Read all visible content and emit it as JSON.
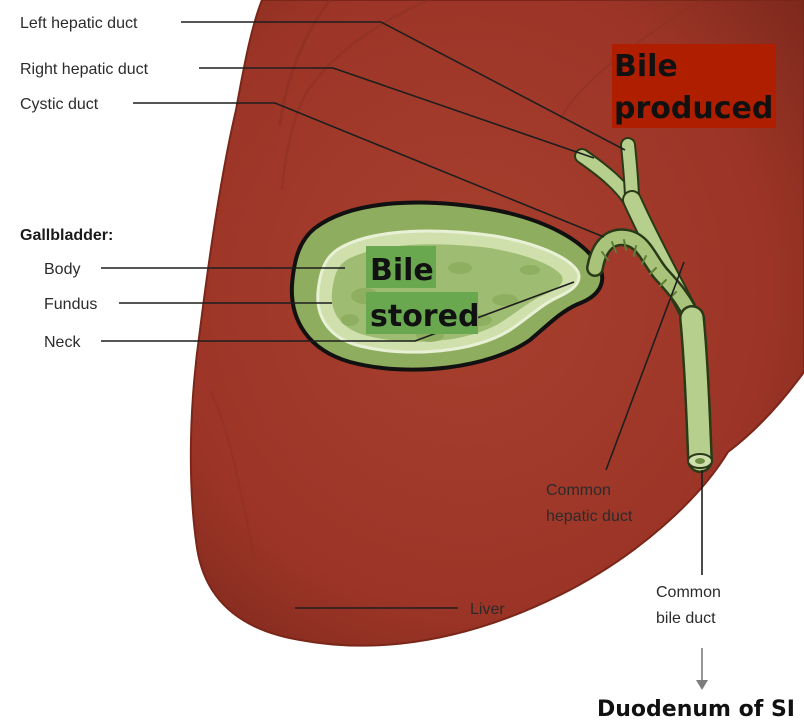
{
  "labels": {
    "left_hepatic_duct": "Left hepatic duct",
    "right_hepatic_duct": "Right hepatic duct",
    "cystic_duct": "Cystic duct",
    "gallbladder": "Gallbladder:",
    "body": "Body",
    "fundus": "Fundus",
    "neck": "Neck",
    "common_hepatic_duct_line1": "Common",
    "common_hepatic_duct_line2": "hepatic duct",
    "common_bile_duct_line1": "Common",
    "common_bile_duct_line2": "bile duct",
    "liver": "Liver"
  },
  "highlights": {
    "bile_produced_line1": "Bile",
    "bile_produced_line2": "produced",
    "bile_stored_line1": "Bile",
    "bile_stored_line2": "stored",
    "produced_color": "#b01e00",
    "stored_color": "#6aa84f"
  },
  "footer": {
    "destination": "Duodenum of SI"
  },
  "colors": {
    "liver": "#a33a2c",
    "liver_dark": "#8e2f22",
    "duct": "#b7cf8c",
    "gallbladder_wall": "#c9d9a8",
    "gallbladder_inner": "#9dbb6e"
  }
}
